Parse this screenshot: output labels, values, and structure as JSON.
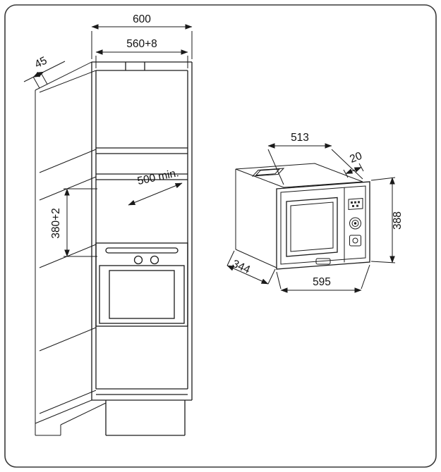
{
  "colors": {
    "line": "#1a1a1a",
    "background": "#ffffff",
    "border": "#3a3a3a"
  },
  "cabinet_view": {
    "dims": {
      "total_width": "600",
      "niche_width": "560+8",
      "front_edge_depth": "45",
      "niche_depth_min": "500 min.",
      "niche_height": "380+2"
    }
  },
  "microwave_view": {
    "dims": {
      "body_width": "513",
      "top_clearance": "20",
      "height": "388",
      "depth": "344",
      "front_width": "595"
    }
  }
}
